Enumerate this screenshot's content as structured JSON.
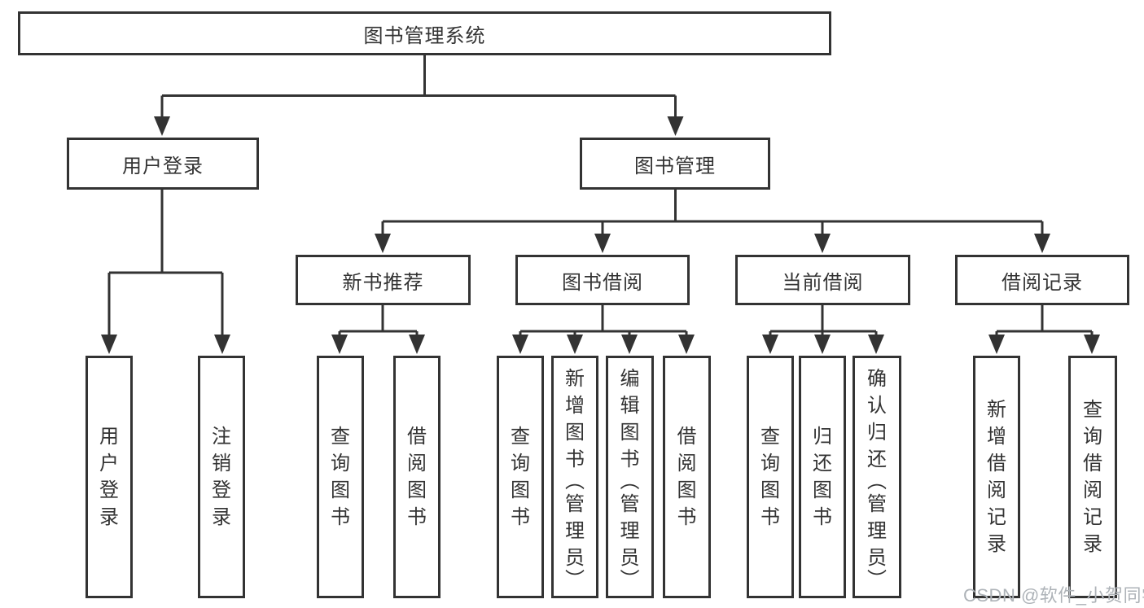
{
  "title": "图书管理系统",
  "watermark": "CSDN @软件_小贺同学",
  "colors": {
    "line": "#333333",
    "box_border": "#333333",
    "text": "#333333",
    "watermark": "#aeb3b8",
    "background": "#ffffff"
  },
  "tree": {
    "label": "图书管理系统",
    "children": [
      {
        "label": "用户登录",
        "children": [
          {
            "label": "用户登录"
          },
          {
            "label": "注销登录"
          }
        ]
      },
      {
        "label": "图书管理",
        "children": [
          {
            "label": "新书推荐",
            "children": [
              {
                "label": "查询图书"
              },
              {
                "label": "借阅图书"
              }
            ]
          },
          {
            "label": "图书借阅",
            "children": [
              {
                "label": "查询图书"
              },
              {
                "label": "新增图书（管理员）"
              },
              {
                "label": "编辑图书（管理员）"
              },
              {
                "label": "借阅图书"
              }
            ]
          },
          {
            "label": "当前借阅",
            "children": [
              {
                "label": "查询图书"
              },
              {
                "label": "归还图书"
              },
              {
                "label": "确认归还（管理员）"
              }
            ]
          },
          {
            "label": "借阅记录",
            "children": [
              {
                "label": "新增借阅记录"
              },
              {
                "label": "查询借阅记录"
              }
            ]
          }
        ]
      }
    ]
  }
}
